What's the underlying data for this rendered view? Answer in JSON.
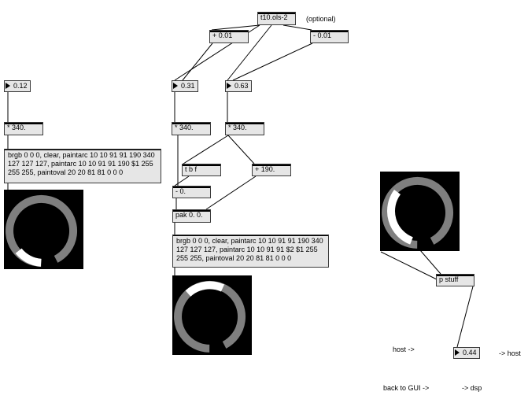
{
  "objects": {
    "random": "t10.ols-2",
    "optional": "(optional)",
    "plus_small": "+ 0.01",
    "minus_small": "- 0.01",
    "mul1": "* 340.",
    "mul2": "* 340.",
    "mul3": "* 340.",
    "tbf": "t b f",
    "plus190": "+ 190.",
    "minus0": "- 0.",
    "pak": "pak 0. 0.",
    "msg1": "brgb 0 0 0, clear, paintarc 10 10 91 91 190 340 127 127 127, paintarc 10 10 91 91 190 $1 255 255 255, paintoval 20 20 81 81 0 0 0",
    "msg2": "brgb 0 0 0, clear, paintarc 10 10 91 91 190 340 127 127 127, paintarc 10 10 91 91 $2 $1 255 255 255, paintoval 20 20 81 81 0 0 0",
    "pstuff": "p stuff"
  },
  "numbers": {
    "n1": "0.12",
    "n2": "0.31",
    "n3": "0.63",
    "n4": "0.44"
  },
  "labels": {
    "host_in": "host ->",
    "host_out": "-> host",
    "back_to_gui": "back to GUI ->",
    "dsp": "-> dsp"
  },
  "colors": {
    "background": "#ffffff",
    "object_fill": "#e6e6e6",
    "screen_bg": "#000000",
    "arc_gray": "#7f7f7f",
    "arc_white": "#ffffff"
  }
}
